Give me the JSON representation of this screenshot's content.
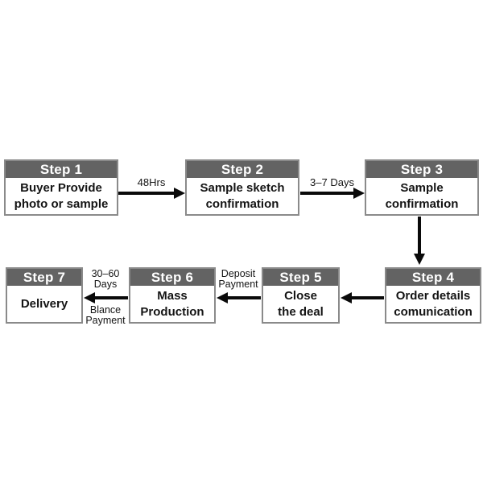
{
  "diagram": {
    "title": "7-step order process flowchart",
    "background": "#ffffff",
    "colors": {
      "header_bg": "#636363",
      "header_text": "#ffffff",
      "box_border": "#8a8a8a",
      "body_bg": "#ffffff",
      "body_text": "#141414",
      "arrow": "#0a0a0a"
    },
    "steps": [
      {
        "title": "Step 1",
        "lines": [
          "Buyer Provide",
          "photo or sample"
        ]
      },
      {
        "title": "Step 2",
        "lines": [
          "Sample sketch",
          "confirmation"
        ]
      },
      {
        "title": "Step 3",
        "lines": [
          "Sample",
          "confirmation"
        ]
      },
      {
        "title": "Step 4",
        "lines": [
          "Order details",
          "comunication"
        ]
      },
      {
        "title": "Step 5",
        "lines": [
          "Close",
          "the deal"
        ]
      },
      {
        "title": "Step 6",
        "lines": [
          "Mass",
          "Production"
        ]
      },
      {
        "title": "Step 7",
        "lines": [
          "Delivery"
        ]
      }
    ],
    "connectors": [
      {
        "from": "step1",
        "to": "step2",
        "direction": "right",
        "label_above": [
          "48Hrs"
        ],
        "label_below": []
      },
      {
        "from": "step2",
        "to": "step3",
        "direction": "right",
        "label_above": [
          "3–7 Days"
        ],
        "label_below": []
      },
      {
        "from": "step3",
        "to": "step4",
        "direction": "down",
        "label_above": [],
        "label_below": []
      },
      {
        "from": "step4",
        "to": "step5",
        "direction": "left",
        "label_above": [],
        "label_below": []
      },
      {
        "from": "step5",
        "to": "step6",
        "direction": "left",
        "label_above": [
          "Deposit",
          "Payment"
        ],
        "label_below": []
      },
      {
        "from": "step6",
        "to": "step7",
        "direction": "left",
        "label_above": [
          "30–60",
          "Days"
        ],
        "label_below": [
          "Blance",
          "Payment"
        ]
      }
    ]
  }
}
